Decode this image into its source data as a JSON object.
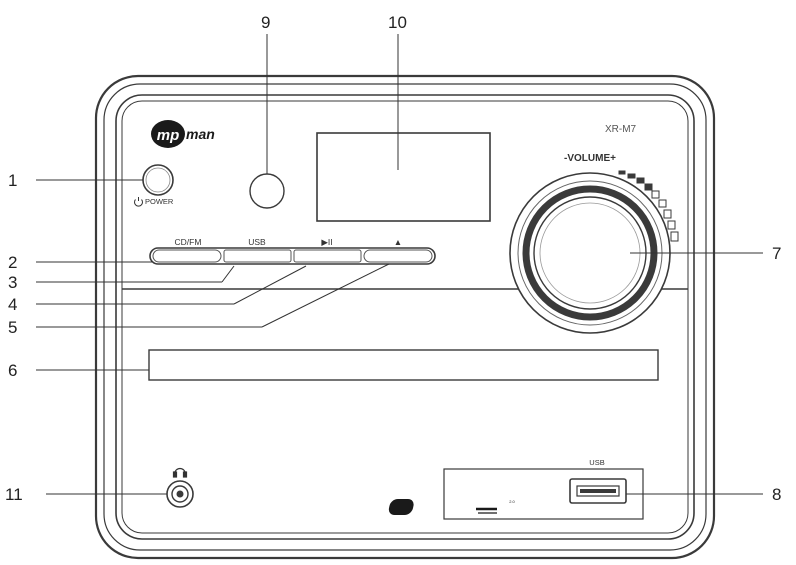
{
  "brand": {
    "logo_mark": "mp",
    "logo_word": "man",
    "model": "XR-M7"
  },
  "power": {
    "label": "POWER",
    "icon": "power-icon"
  },
  "buttons": [
    {
      "label": "CD/FM"
    },
    {
      "label": "USB"
    },
    {
      "label": "▶II"
    },
    {
      "label": "▲"
    }
  ],
  "volume": {
    "label": "-VOLUME+"
  },
  "usb_port": {
    "label": "USB",
    "logo_text": "USB",
    "logo_small": "2.0"
  },
  "headphone": {
    "icon": "headphone-icon"
  },
  "callouts": [
    "1",
    "2",
    "3",
    "4",
    "5",
    "6",
    "7",
    "8",
    "9",
    "10",
    "11"
  ],
  "colors": {
    "line": "#3a3a3a",
    "panel": "#ffffff",
    "brand_dark": "#1a1a1a"
  }
}
